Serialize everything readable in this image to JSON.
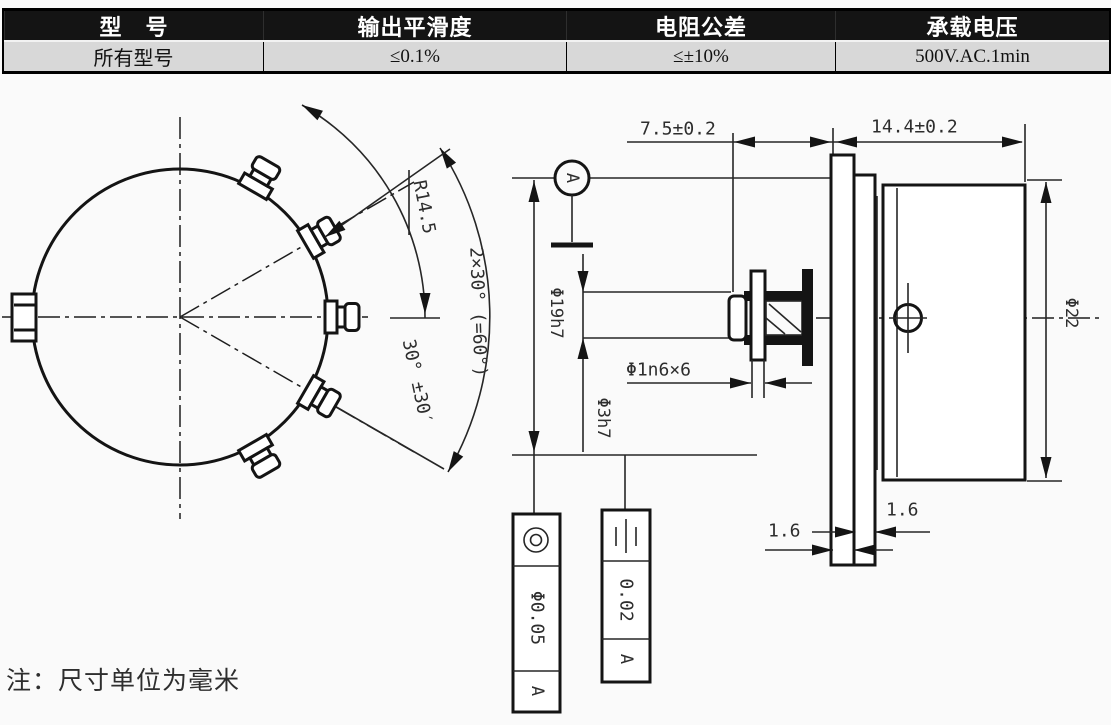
{
  "table": {
    "headers": [
      "型　号",
      "输出平滑度",
      "电阻公差",
      "承载电压"
    ],
    "values": [
      "所有型号",
      "≤0.1%",
      "≤±10%",
      "500V.AC.1min"
    ]
  },
  "note": "注：尺寸单位为毫米",
  "front_view": {
    "radius_label": "R14.5",
    "angle_label": "2×30° (=60°)",
    "angle_tolerance_label": "30° ±30′"
  },
  "side_view": {
    "datum_label": "A",
    "dim_pin_to_flange": "7.5±0.2",
    "dim_body_length": "14.4±0.2",
    "dim_pilot_diameter": "Φ19h7",
    "dim_shaft_diameter": "Φ3h7",
    "dim_pin_size": "Φ1n6×6",
    "dim_body_diameter": "Φ22",
    "dim_flange_thickness_left": "1.6",
    "dim_flange_thickness_right": "1.6",
    "gdt_concentricity": {
      "symbol": "concentricity-icon",
      "tolerance": "Φ0.05",
      "datum": "A"
    },
    "gdt_symmetry": {
      "symbol": "symmetry-icon",
      "tolerance": "0.02",
      "datum": "A"
    }
  },
  "colors": {
    "line": "#141414",
    "dim_text": "#2d2d2d",
    "header_bg": "#141414",
    "header_text": "#ffffff",
    "row_bg": "#d8d8d8",
    "page_bg": "#fafafa"
  }
}
